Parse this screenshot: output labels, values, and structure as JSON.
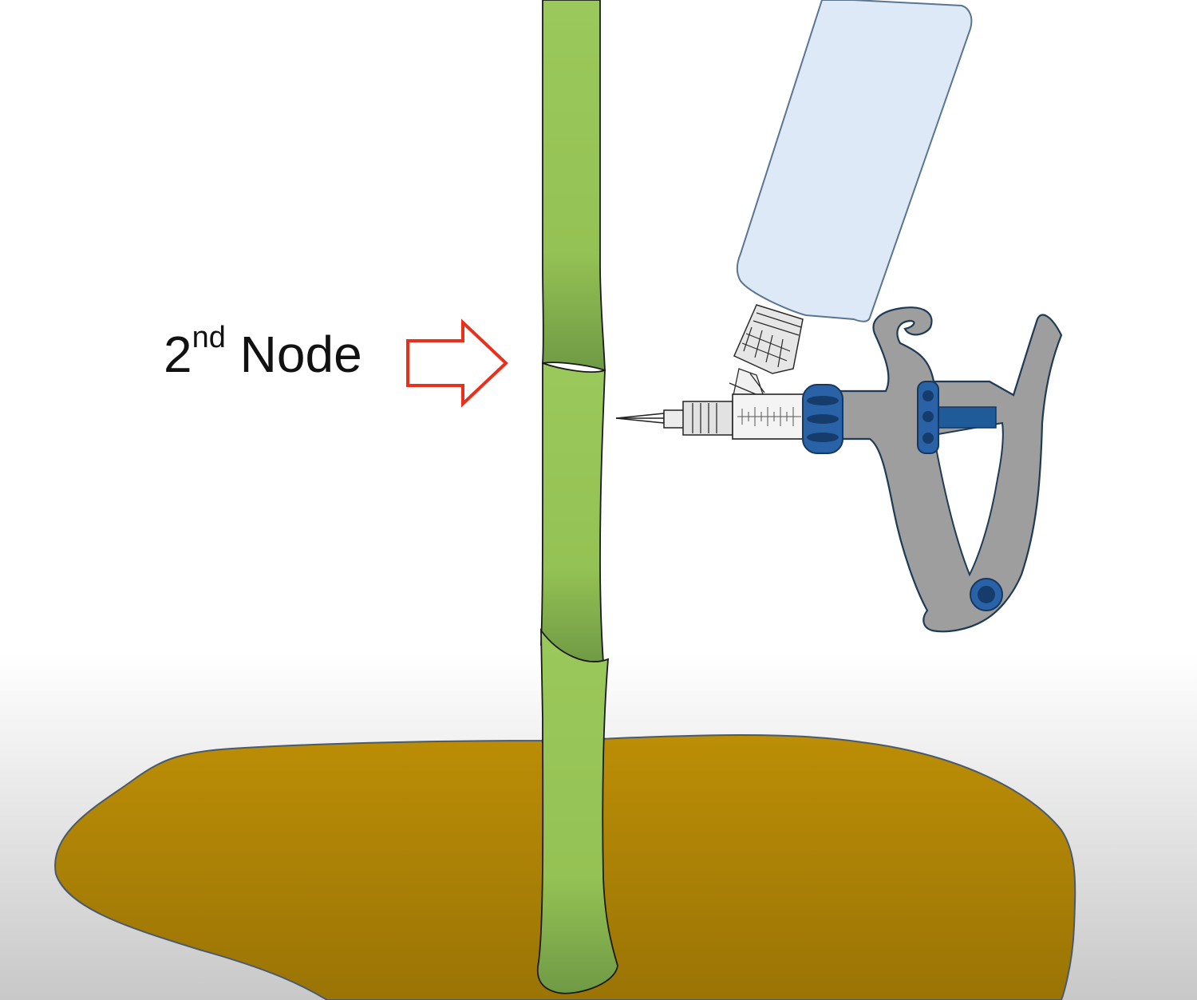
{
  "label": {
    "ordinal": "2",
    "suffix": "nd",
    "word": "Node"
  },
  "colors": {
    "stalk": "#9bc85a",
    "stalk_dark": "#6f9a45",
    "soil": "#b88a08",
    "arrow": "#e8301c",
    "bottle": "#dde9f7",
    "gun_body": "#9e9e9e",
    "gun_accent": "#1f5a99",
    "outline": "#1e3a55"
  },
  "icons": {
    "arrow": "red-outline-right-arrow",
    "applicator": "injection-gun-icon",
    "bottle": "solution-bottle-icon"
  }
}
